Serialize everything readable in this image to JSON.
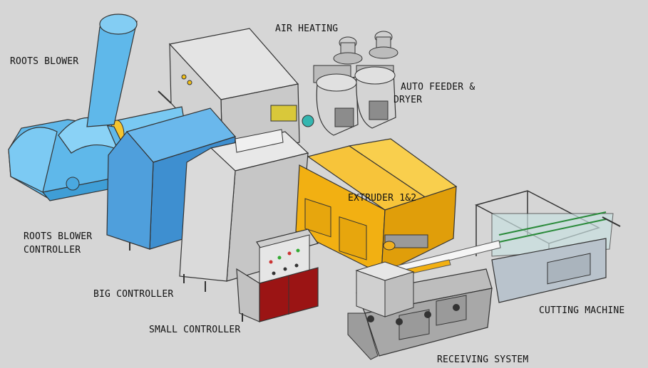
{
  "labels": {
    "roots_blower": "ROOTS BLOWER",
    "air_heating": "AIR HEATING",
    "auto_feeder_line1": "AUTO FEEDER &",
    "auto_feeder_line2": "DRYER",
    "extruder": "EXTRUDER 1&2",
    "roots_blower_controller_line1": "ROOTS BLOWER",
    "roots_blower_controller_line2": "CONTROLLER",
    "big_controller": "BIG CONTROLLER",
    "small_controller": "SMALL CONTROLLER",
    "cutting_machine": "CUTTING MACHINE",
    "receiving_system": "RECEIVING SYSTEM"
  },
  "colors": {
    "background": "#d6d6d6",
    "roots_blower": "#5fb8ea",
    "blower_controller": "#4f9fdc",
    "controller_grey": "#c8c8c8",
    "extruder_orange": "#f2b012",
    "cabinet_red": "#9b1414",
    "cutting_machine": "#b9c3cc",
    "outline": "#333333"
  }
}
